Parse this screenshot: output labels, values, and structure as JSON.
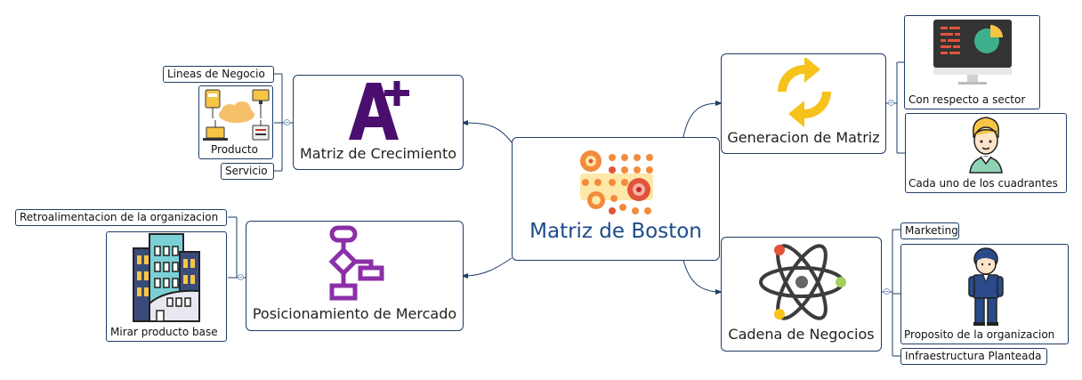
{
  "center": {
    "label": "Matriz de Boston",
    "icon": "boston-matrix-dots-icon"
  },
  "branches": {
    "crecimiento": {
      "label": "Matriz de Crecimiento",
      "icon": "a-plus-grade-icon",
      "children": {
        "lineas": "Lineas de Negocio",
        "producto": "Producto",
        "servicio": "Servicio"
      }
    },
    "posicionamiento": {
      "label": "Posicionamiento de Mercado",
      "icon": "flowchart-icon",
      "children": {
        "retro": "Retroalimentacion de la organizacion",
        "mirar": "Mirar producto base"
      }
    },
    "generacion": {
      "label": "Generacion de Matriz",
      "icon": "refresh-arrows-icon",
      "children": {
        "sector": "Con respecto a sector",
        "cuadrantes": "Cada uno de los cuadrantes"
      }
    },
    "cadena": {
      "label": "Cadena de Negocios",
      "icon": "atom-icon",
      "children": {
        "marketing": "Marketing",
        "proposito": "Proposito de la organizacion",
        "infra": "Infraestructura Planteada"
      }
    }
  },
  "colors": {
    "border": "#1e3d66",
    "center_text": "#1b4b8a",
    "connector": "#1e3d66"
  }
}
